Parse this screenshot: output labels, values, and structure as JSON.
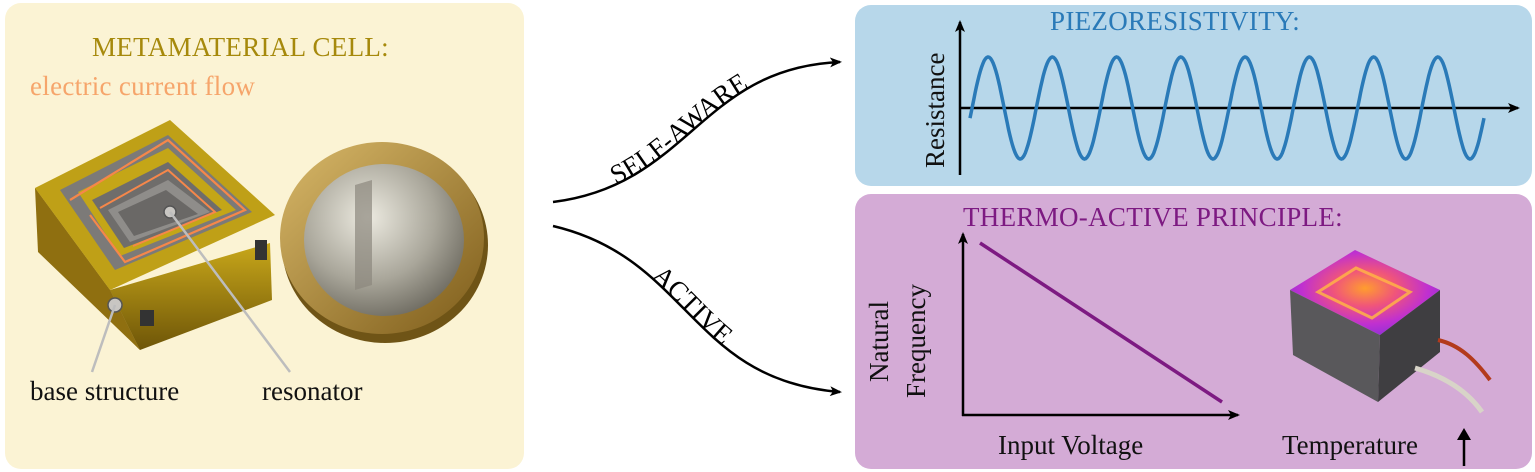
{
  "colors": {
    "left_panel_bg": "#fbf3d4",
    "top_panel_bg": "#b7d7ea",
    "bottom_panel_bg": "#d4abd6",
    "title_gold": "#a6890c",
    "current_orange": "#f6a56b",
    "piezo_blue": "#2a7ab8",
    "thermo_purple": "#7d1a82",
    "axis": "#000000"
  },
  "left_panel": {
    "title": "METAMATERIAL CELL:",
    "subtitle": "electric current flow",
    "label_base": "base structure",
    "label_resonator": "resonator"
  },
  "branches": {
    "upper": "SELF-AWARE",
    "lower": "ACTIVE"
  },
  "top_panel": {
    "title": "PIEZORESISTIVITY:",
    "ylabel": "Resistance"
  },
  "bottom_panel": {
    "title": "THERMO-ACTIVE PRINCIPLE:",
    "ylabel_line1": "Natural",
    "ylabel_line2": "Frequency",
    "xlabel": "Input Voltage",
    "temperature_label": "Temperature"
  },
  "icons": {
    "cell_photo": "metamaterial-cell-photo-icon",
    "coin": "euro-coin-icon",
    "thermal": "thermal-cell-photo-icon",
    "temp_arrow": "up-arrow-icon"
  },
  "chart_data": [
    {
      "type": "line",
      "title": "PIEZORESISTIVITY:",
      "ylabel": "Resistance",
      "xlabel": "",
      "cycles": 8,
      "shape": "sinusoid oscillating about the horizontal axis"
    },
    {
      "type": "line",
      "title": "THERMO-ACTIVE PRINCIPLE:",
      "ylabel": "Natural Frequency",
      "xlabel": "Input Voltage",
      "trend": "linear decrease",
      "x": [
        0,
        1
      ],
      "y": [
        1,
        0
      ]
    }
  ]
}
